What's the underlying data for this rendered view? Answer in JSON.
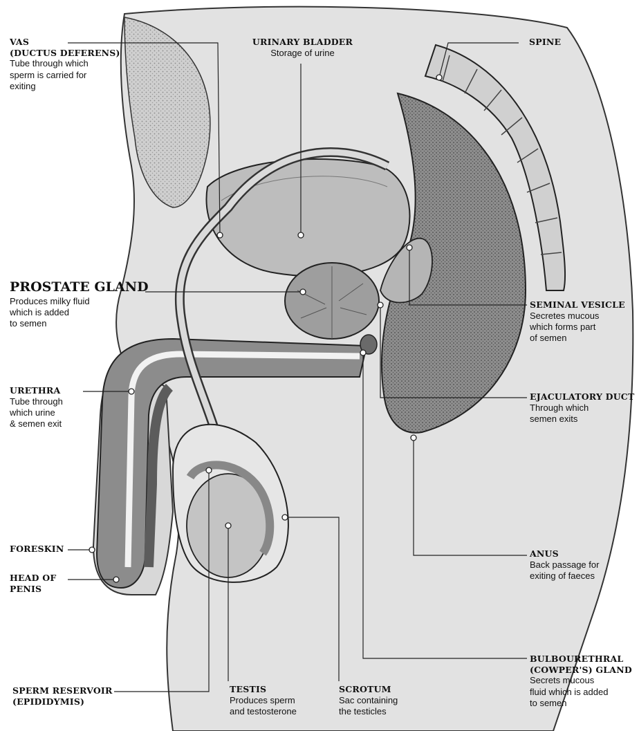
{
  "labels": {
    "vas": {
      "title1": "VAS",
      "title2": "(DUCTUS DEFERENS)",
      "desc": [
        "Tube through which",
        "sperm is carried for",
        "exiting"
      ]
    },
    "bladder": {
      "title": "URINARY BLADDER",
      "desc": [
        "Storage of urine"
      ]
    },
    "spine": {
      "title": "SPINE"
    },
    "prostate": {
      "title": "PROSTATE GLAND",
      "desc": [
        "Produces milky fluid",
        "which is added",
        "to semen"
      ]
    },
    "seminal": {
      "title": "SEMINAL VESICLE",
      "desc": [
        "Secretes mucous",
        "which forms part",
        "of semen"
      ]
    },
    "urethra": {
      "title": "URETHRA",
      "desc": [
        "Tube through",
        "which urine",
        "& semen exit"
      ]
    },
    "ejaculatory": {
      "title": "EJACULATORY DUCT",
      "desc": [
        "Through which",
        "semen exits"
      ]
    },
    "foreskin": {
      "title": "FORESKIN"
    },
    "head": {
      "title1": "HEAD OF",
      "title2": "PENIS"
    },
    "anus": {
      "title": "ANUS",
      "desc": [
        "Back passage for",
        "exiting of faeces"
      ]
    },
    "bulbourethral": {
      "title1": "BULBOURETHRAL",
      "title2": "(COWPER'S) GLAND",
      "desc": [
        "Secrets mucous",
        "fluid which is added",
        "to semen"
      ]
    },
    "reservoir": {
      "title1": "SPERM RESERVOIR",
      "title2": "(EPIDIDYMIS)"
    },
    "testis": {
      "title": "TESTIS",
      "desc": [
        "Produces sperm",
        "and testosterone"
      ]
    },
    "scrotum": {
      "title": "SCROTUM",
      "desc": [
        "Sac containing",
        "the testicles"
      ]
    }
  },
  "colors": {
    "ink": "#111111",
    "shade_light": "#d4d4d4",
    "shade_mid": "#a9a9a9",
    "shade_dark": "#5a5a5a"
  }
}
